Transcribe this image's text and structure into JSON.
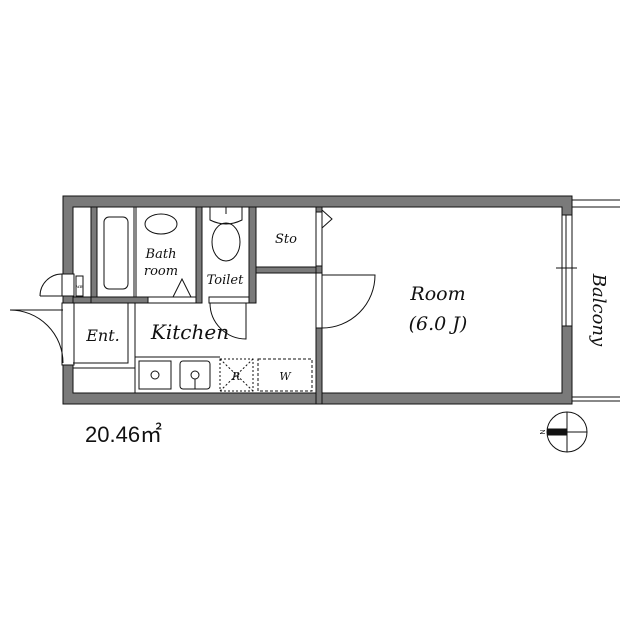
{
  "floorplan": {
    "area": "20.46㎡",
    "rooms": {
      "bath_line1": "Bath",
      "bath_line2": "room",
      "toilet": "Toilet",
      "storage": "Sto",
      "room": "Room",
      "room_size": "(6.0 J)",
      "balcony": "Balcony",
      "entrance": "Ent.",
      "kitchen": "Kitchen",
      "refrigerator": "R",
      "washer": "W",
      "meter_box": "MB"
    },
    "compass_label": "N",
    "colors": {
      "wall": "#7a7a7a",
      "line": "#111111"
    }
  }
}
